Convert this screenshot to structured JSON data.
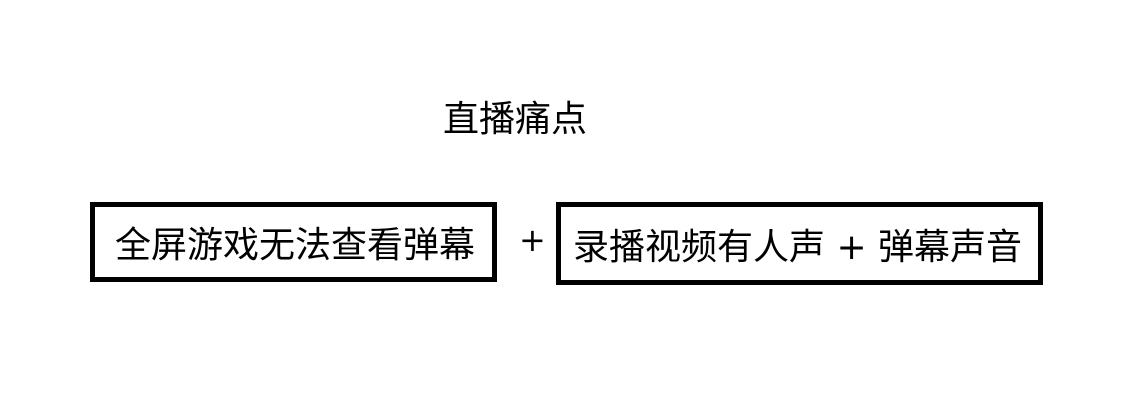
{
  "title": "直播痛点",
  "box_left": "全屏游戏无法查看弹幕",
  "operator": "+",
  "box_right": "录播视频有人声 + 弹幕声音"
}
